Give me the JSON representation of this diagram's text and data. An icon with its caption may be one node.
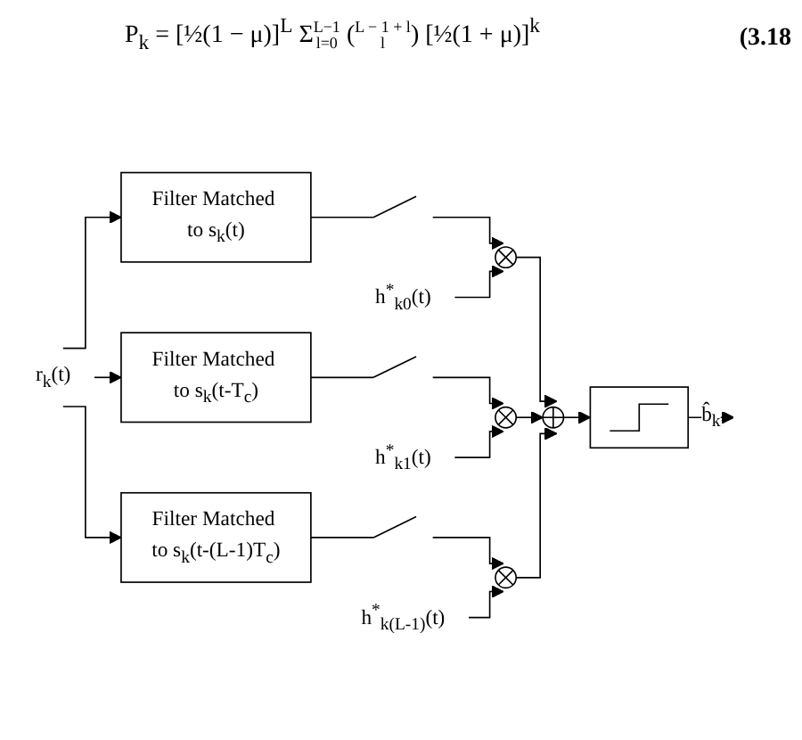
{
  "diagram": {
    "nodes": [
      {
        "text": [
          "r$_{k}$(t)"
        ]
      },
      {
        "text": [
          "Filter Matched to s$_{k}$(t)"
        ]
      },
      {
        "text": [],
        "shape": "switch"
      },
      {
        "text": [],
        "shape": "cross-circle"
      },
      {
        "text": [
          "h$^{*}$$_{k0}$(t)"
        ]
      },
      {
        "text": [
          "Filter Matched to s$_{k}$(t-T$_{c}$)"
        ]
      },
      {
        "text": [],
        "shape": "switch"
      },
      {
        "text": [],
        "shape": "cross-circle"
      },
      {
        "text": [
          "h$^{*}$$_{k1}$(t)"
        ]
      },
      {
        "text": [
          "Filter Matched to s$_{k}$(t-(L-1)T$_{c}$)"
        ]
      },
      {
        "text": [],
        "shape": "switch"
      },
      {
        "text": [],
        "shape": "cross-circle"
      },
      {
        "text": [
          "h$^{*}$$_{k(L-1)}$(t)"
        ]
      },
      {
        "text": [],
        "shape": "plus-circle"
      },
      {
        "text": [],
        "shape": "step-box"
      }
    ],
    "edges": [
      {
        "from": 0,
        "to": 1,
        "arrow": "to"
      },
      {
        "from": 0,
        "to": 5,
        "arrow": "to"
      },
      {
        "from": 0,
        "to": 9,
        "arrow": "to"
      },
      {
        "from": 1,
        "to": 2,
        "arrow": "none"
      },
      {
        "from": 2,
        "to": 3,
        "arrow": "to"
      },
      {
        "from": 4,
        "to": 3,
        "arrow": "to"
      },
      {
        "from": 5,
        "to": 6,
        "arrow": "none"
      },
      {
        "from": 6,
        "to": 7,
        "arrow": "to"
      },
      {
        "from": 8,
        "to": 7,
        "arrow": "to"
      },
      {
        "from": 9,
        "to": 10,
        "arrow": "none"
      },
      {
        "from": 10,
        "to": 11,
        "arrow": "to"
      },
      {
        "from": 12,
        "to": 11,
        "arrow": "to"
      },
      {
        "from": 3,
        "to": 13,
        "arrow": "to"
      },
      {
        "from": 7,
        "to": 13,
        "arrow": "to"
      },
      {
        "from": 11,
        "to": 13,
        "arrow": "to"
      },
      {
        "from": 13,
        "to": 14,
        "arrow": "to"
      },
      {
        "from": 14,
        "to": null,
        "arrow": "to",
        "label": "b̂$_{k}$"
      }
    ],
    "labels": [
      "P$_{k}$ = [½(1 − μ)]$^{L}$ Σ$^{L−1}$$_{l=0}$ ($^{L − 1 + l}$$_{l}$) [½(1 + μ)]$^{k}$",
      "(3.18"
    ]
  }
}
